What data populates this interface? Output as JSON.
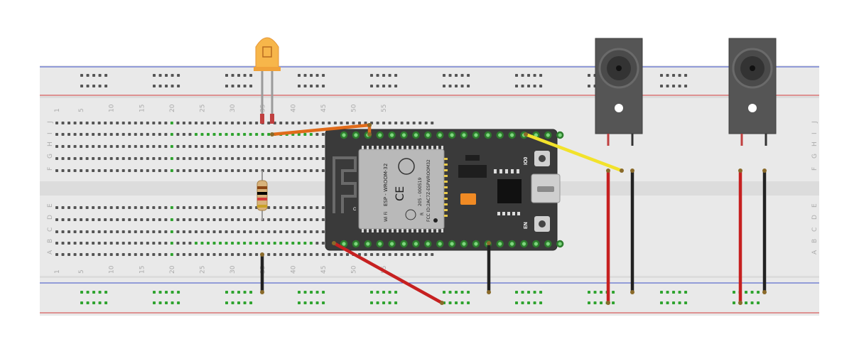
{
  "breadboard": {
    "column_numbers": [
      "1",
      "5",
      "10",
      "15",
      "20",
      "25",
      "30",
      "35",
      "40",
      "45",
      "50",
      "55"
    ],
    "row_letters_top": [
      "J",
      "I",
      "H",
      "G",
      "F"
    ],
    "row_letters_bottom": [
      "E",
      "D",
      "C",
      "B",
      "A"
    ],
    "colors": {
      "body": "#e9e9e9",
      "hole": "#555555",
      "connected_hole": "#2fa32f",
      "rail_red": "#d23a3a",
      "rail_blue": "#3a4fc8"
    }
  },
  "module": {
    "shield_text": "ESP - WROOM-32",
    "cert_text": "205 - 000519",
    "fcc_text": "FCC ID:2AC7Z-ESPWROOM32",
    "wifi_text": "Wi Fi",
    "ce_text": "CE",
    "r_text": "R",
    "button_io0": "IO0",
    "button_en": "EN",
    "c_text": "C"
  },
  "components": [
    {
      "type": "led",
      "color": "orange"
    },
    {
      "type": "resistor"
    },
    {
      "type": "buzzer",
      "count": 2
    }
  ],
  "wires": [
    {
      "color": "#e06b1a",
      "name": "orange-wire"
    },
    {
      "color": "#f2e22b",
      "name": "yellow-wire"
    },
    {
      "color": "#c62020",
      "name": "red-wire"
    },
    {
      "color": "#222222",
      "name": "black-wire"
    }
  ]
}
